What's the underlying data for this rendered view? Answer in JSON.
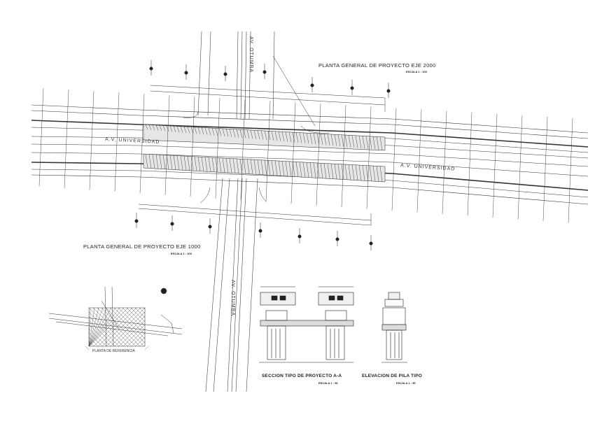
{
  "drawing": {
    "plan_2000": {
      "title": "PLANTA GENERAL DE PROYECTO EJE 2000",
      "scale": "ESCALA 1 : 100"
    },
    "plan_1000": {
      "title": "PLANTA GENERAL DE PROYECTO EJE 1000",
      "scale": "ESCALA 1 : 100"
    },
    "reference": {
      "title": "PLANTA DE REFERENCIA"
    },
    "section": {
      "title": "SECCION TIPO DE PROYECTO A-A",
      "scale": "ESCALA 1 : 50"
    },
    "elevation": {
      "title": "ELEVACION DE PILA TIPO",
      "scale": "ESCALA 1 : 50"
    },
    "roads": {
      "universidad_left": "A.V. UNIVERSIDAD",
      "universidad_right": "A.V. UNIVERSIDAD",
      "vertical_top": "AV. OTUMBA",
      "vertical_bottom": "AV. OTUMBA"
    }
  },
  "colors": {
    "line": "#333333",
    "hatch": "#222222",
    "paper": "#ffffff"
  }
}
